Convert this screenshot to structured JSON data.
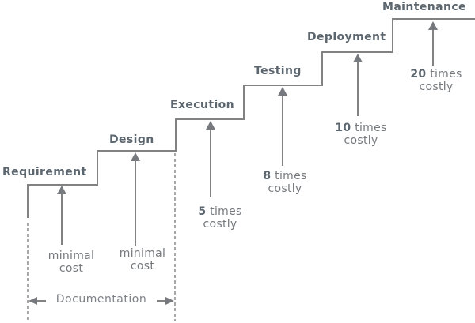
{
  "diagram": {
    "type": "staircase-cost-diagram",
    "stages": [
      {
        "label": "Requirement",
        "cost_bold": "",
        "cost_rest": "minimal",
        "cost_line2": "cost"
      },
      {
        "label": "Design",
        "cost_bold": "",
        "cost_rest": "minimal",
        "cost_line2": "cost"
      },
      {
        "label": "Execution",
        "cost_bold": "5",
        "cost_rest": " times",
        "cost_line2": "costly"
      },
      {
        "label": "Testing",
        "cost_bold": "8",
        "cost_rest": " times",
        "cost_line2": "costly"
      },
      {
        "label": "Deployment",
        "cost_bold": "10",
        "cost_rest": " times",
        "cost_line2": "costly"
      },
      {
        "label": "Maintenance",
        "cost_bold": "20",
        "cost_rest": " times",
        "cost_line2": "costly"
      }
    ],
    "documentation": {
      "label": "Documentation"
    },
    "colors": {
      "line": "#828282",
      "stage_label": "#5c666f",
      "cost_text": "#75797d"
    }
  }
}
